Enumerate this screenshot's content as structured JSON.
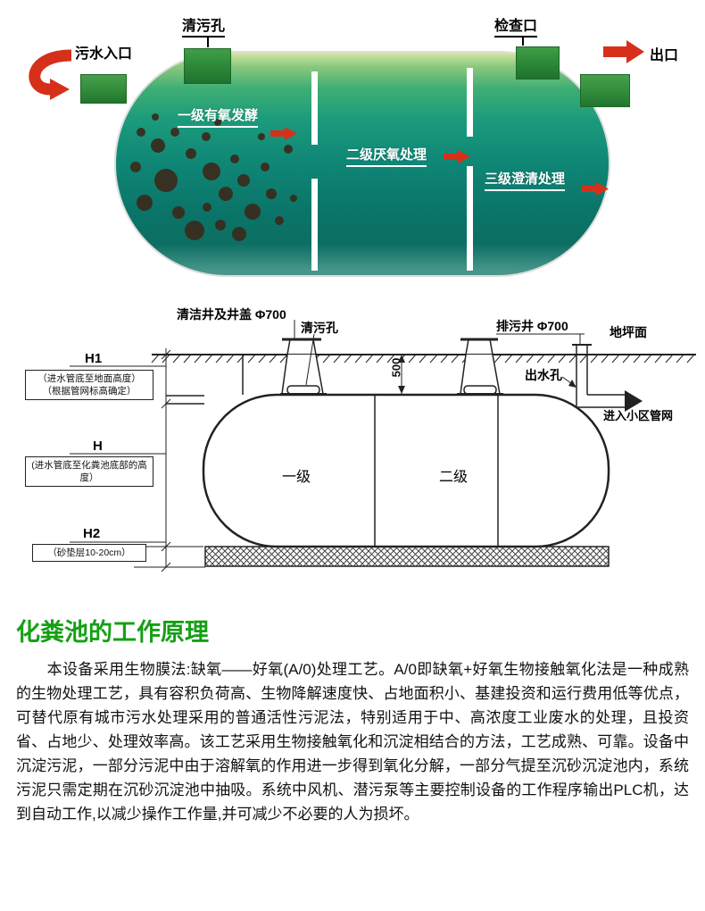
{
  "illustration": {
    "inlet_label": "污水入口",
    "clean_hole_label": "清污孔",
    "inspection_label": "检查口",
    "outlet_label": "出口",
    "stage1_label": "一级有氧发酵",
    "stage2_label": "二级厌氧处理",
    "stage3_label": "三级澄清处理"
  },
  "drawing": {
    "clean_well_label": "清洁井及井盖 Φ700",
    "clean_hole_label": "清污孔",
    "sewage_well_label": "排污井 Φ700",
    "ground_label": "地坪面",
    "outlet_hole_label": "出水孔",
    "pipe_network_label": "进入小区管网",
    "dim_500": "500",
    "h1_label": "H1",
    "h1_note_line1": "（进水管底至地面高度）",
    "h1_note_line2": "（根据管网标高确定）",
    "h_label": "H",
    "h_note": "(进水管底至化粪池底部的高度）",
    "h2_label": "H2",
    "h2_note": "（砂垫层10-20cm）",
    "chamber1_label": "一级",
    "chamber2_label": "二级"
  },
  "article": {
    "title": "化粪池的工作原理",
    "body": "　　本设备采用生物膜法:缺氧——好氧(A/0)处理工艺。A/0即缺氧+好氧生物接触氧化法是一种成熟的生物处理工艺，具有容积负荷高、生物降解速度快、占地面积小、基建投资和运行费用低等优点，可替代原有城市污水处理采用的普通活性污泥法，特别适用于中、高浓度工业废水的处理，且投资省、占地少、处理效率高。该工艺采用生物接触氧化和沉淀相结合的方法，工艺成熟、可靠。设备中沉淀污泥，一部分污泥中由于溶解氧的作用进一步得到氧化分解，一部分气提至沉砂沉淀池内，系统污泥只需定期在沉砂沉淀池中抽吸。系统中风机、潜污泵等主要控制设备的工作程序输出PLC机，达到自动工作,以减少操作工作量,并可减少不必要的人为损坏。"
  },
  "colors": {
    "arrow_red": "#d6301a",
    "pipe_green": "#2f8a39",
    "title_green": "#15a015"
  }
}
